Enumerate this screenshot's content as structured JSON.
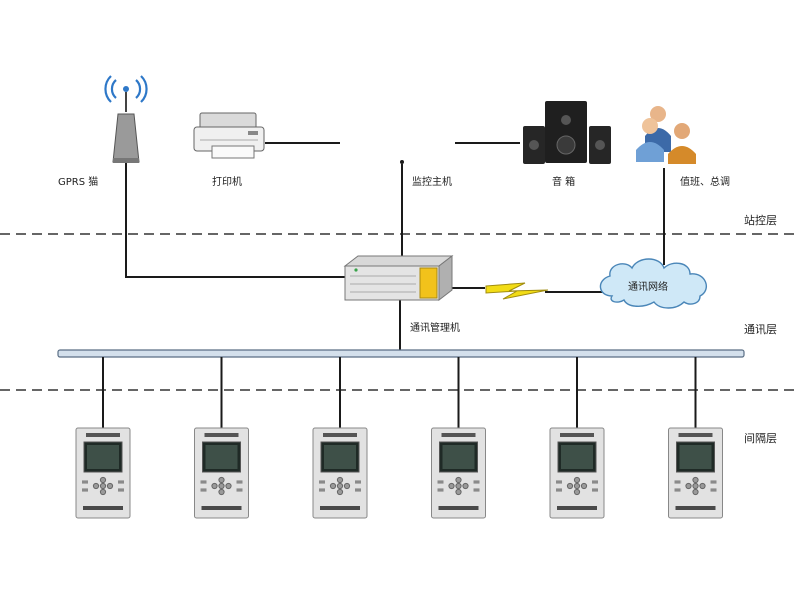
{
  "top_devices": [
    {
      "id": "gprs",
      "label": "GPRS 猫",
      "icon": "gprs-modem-antenna-icon"
    },
    {
      "id": "printer",
      "label": "打印机",
      "icon": "printer-icon"
    },
    {
      "id": "host",
      "label": "监控主机",
      "icon": "monitor-host-icon"
    },
    {
      "id": "speaker",
      "label": "音 箱",
      "icon": "speaker-icon"
    },
    {
      "id": "users",
      "label": "值班、总调",
      "icon": "users-group-icon"
    }
  ],
  "layers": [
    {
      "id": "station",
      "label": "站控层"
    },
    {
      "id": "comm",
      "label": "通讯层"
    },
    {
      "id": "bay",
      "label": "间隔层"
    }
  ],
  "comm_manager": {
    "label": "通讯管理机",
    "icon": "communication-server-icon"
  },
  "network_cloud": {
    "label": "通讯网络",
    "icon": "cloud-icon"
  },
  "wireless_link": {
    "icon": "lightning-link-icon"
  },
  "bay_devices": {
    "count": 6,
    "icon": "protection-relay-device-icon"
  },
  "colors": {
    "bus_fill": "#d4e0ec",
    "bus_stroke": "#5a6e85",
    "line": "#1a1a1a",
    "dash": "#333333",
    "cloud_fill": "#cfe8f7",
    "cloud_stroke": "#4a86b8",
    "bolt": "#f2dc16",
    "device_panel": "#e2e2e2",
    "device_screen": "#2a3a34"
  }
}
